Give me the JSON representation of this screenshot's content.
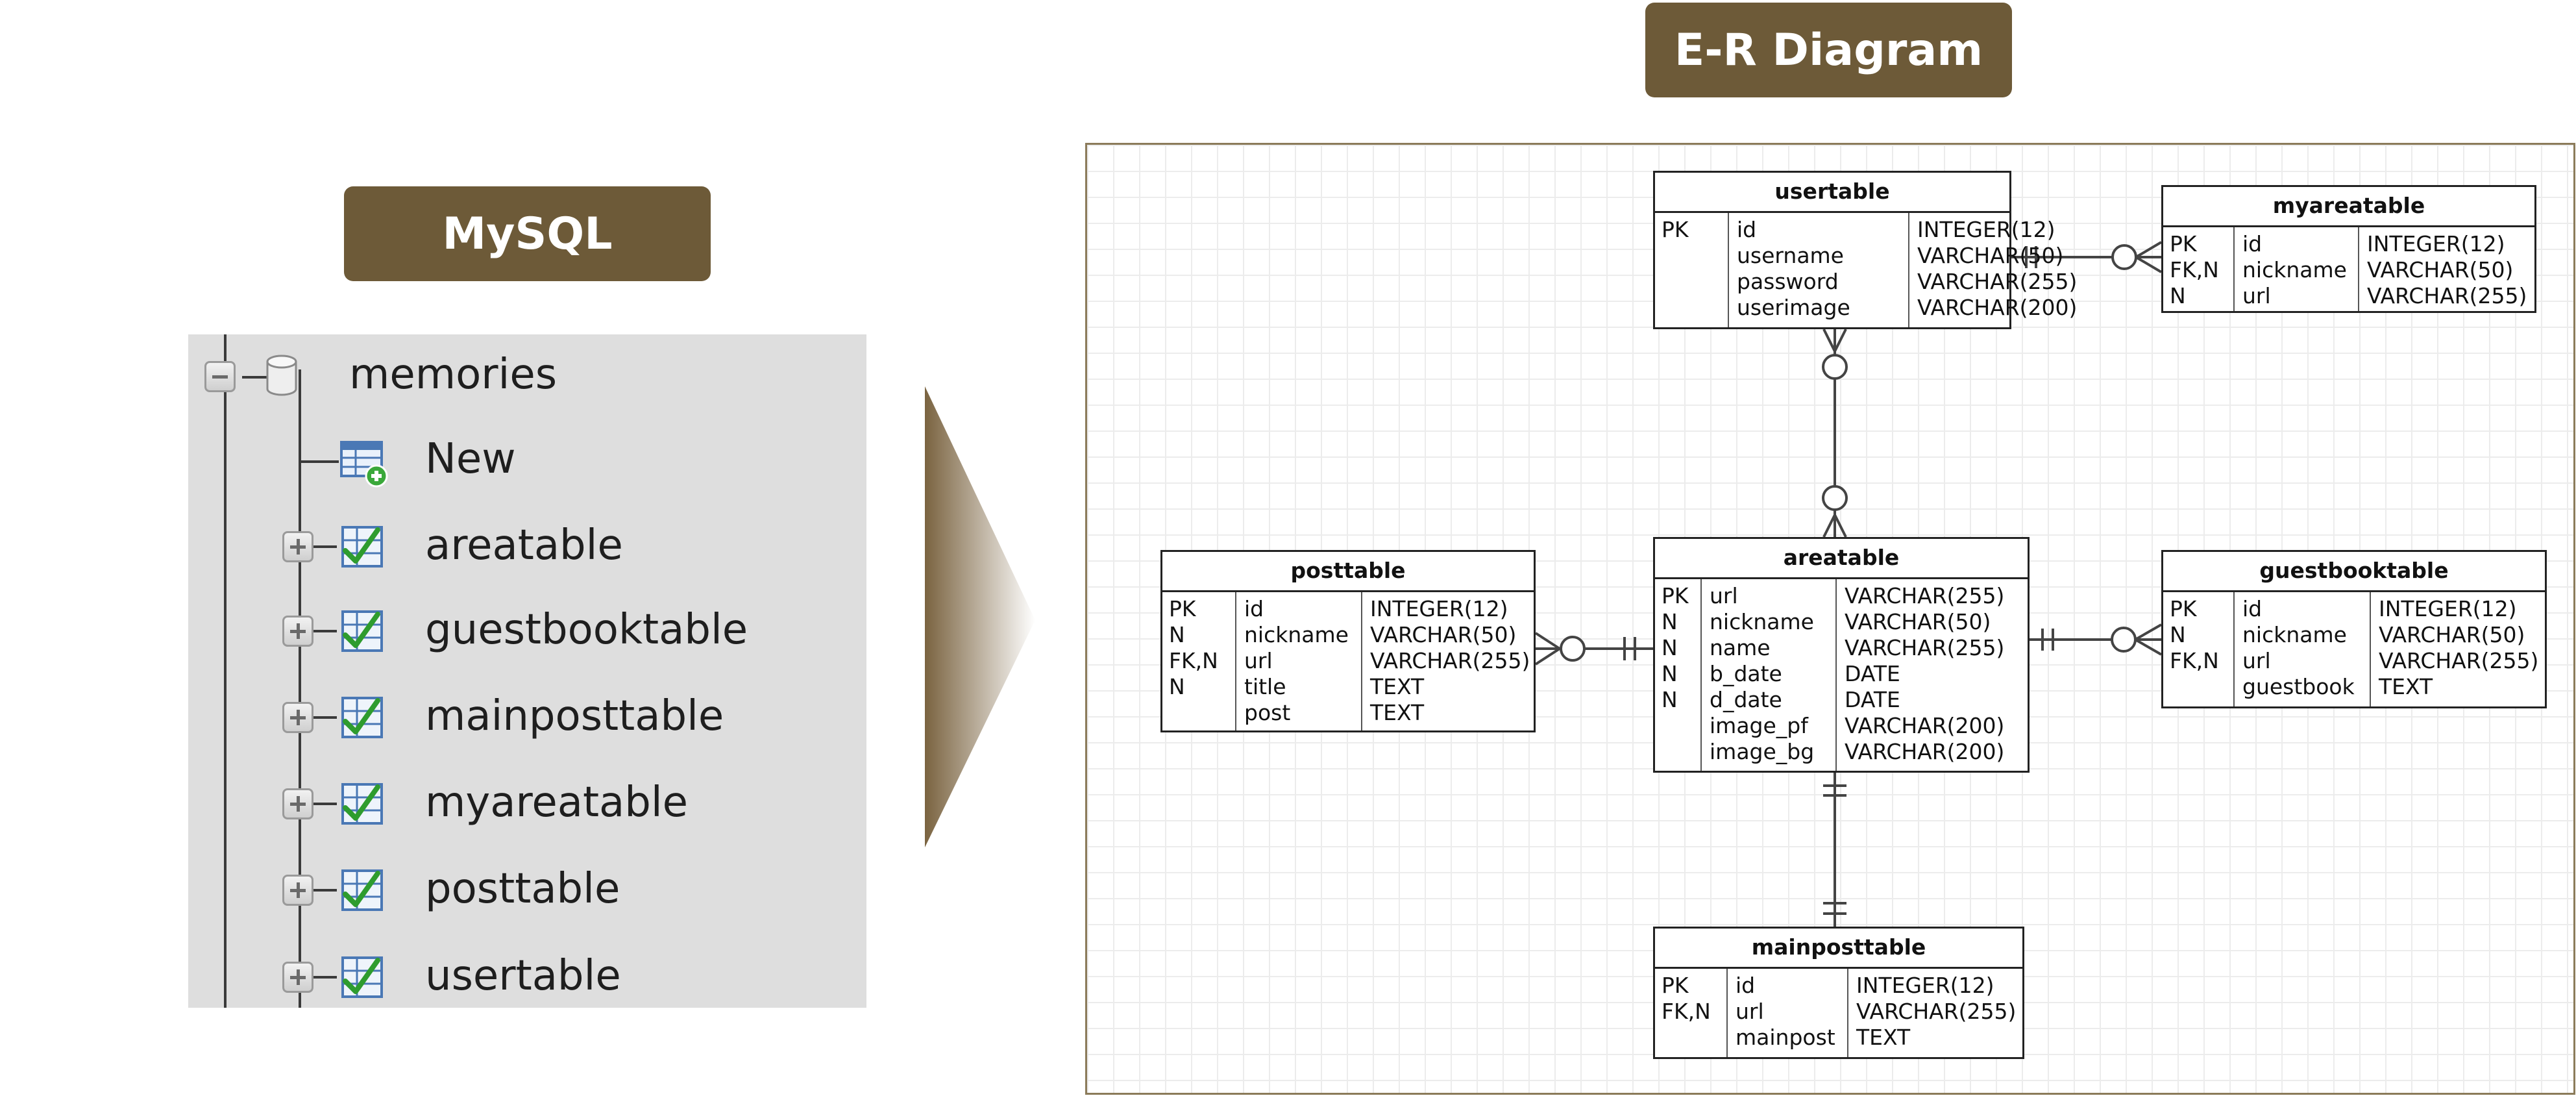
{
  "badges": {
    "mysql": "MySQL",
    "er": "E-R Diagram"
  },
  "tree": {
    "database": "memories",
    "new_item": "New",
    "tables": [
      "areatable",
      "guestbooktable",
      "mainposttable",
      "myareatable",
      "posttable",
      "usertable"
    ]
  },
  "entities": {
    "usertable": {
      "name": "usertable",
      "keys": [
        "PK",
        "",
        "",
        ""
      ],
      "fields": [
        "id",
        "username",
        "password",
        "userimage"
      ],
      "types": [
        "INTEGER(12)",
        "VARCHAR(50)",
        "VARCHAR(255)",
        "VARCHAR(200)"
      ]
    },
    "myareatable": {
      "name": "myareatable",
      "keys": [
        "PK",
        "FK,N",
        "N"
      ],
      "fields": [
        "id",
        "nickname",
        "url"
      ],
      "types": [
        "INTEGER(12)",
        "VARCHAR(50)",
        "VARCHAR(255)"
      ]
    },
    "posttable": {
      "name": "posttable",
      "keys": [
        "PK",
        "N",
        "FK,N",
        "N",
        ""
      ],
      "fields": [
        "id",
        "nickname",
        "url",
        "title",
        "post"
      ],
      "types": [
        "INTEGER(12)",
        "VARCHAR(50)",
        "VARCHAR(255)",
        "TEXT",
        "TEXT"
      ]
    },
    "areatable": {
      "name": "areatable",
      "keys": [
        "PK",
        "N",
        "N",
        "N",
        "N",
        "",
        ""
      ],
      "fields": [
        "url",
        "nickname",
        "name",
        "b_date",
        "d_date",
        "image_pf",
        "image_bg"
      ],
      "types": [
        "VARCHAR(255)",
        "VARCHAR(50)",
        "VARCHAR(255)",
        "DATE",
        "DATE",
        "VARCHAR(200)",
        "VARCHAR(200)"
      ]
    },
    "guestbooktable": {
      "name": "guestbooktable",
      "keys": [
        "PK",
        "N",
        "FK,N",
        ""
      ],
      "fields": [
        "id",
        "nickname",
        "url",
        "guestbook"
      ],
      "types": [
        "INTEGER(12)",
        "VARCHAR(50)",
        "VARCHAR(255)",
        "TEXT"
      ]
    },
    "mainposttable": {
      "name": "mainposttable",
      "keys": [
        "PK",
        "FK,N",
        ""
      ],
      "fields": [
        "id",
        "url",
        "mainpost"
      ],
      "types": [
        "INTEGER(12)",
        "VARCHAR(255)",
        "TEXT"
      ]
    }
  }
}
